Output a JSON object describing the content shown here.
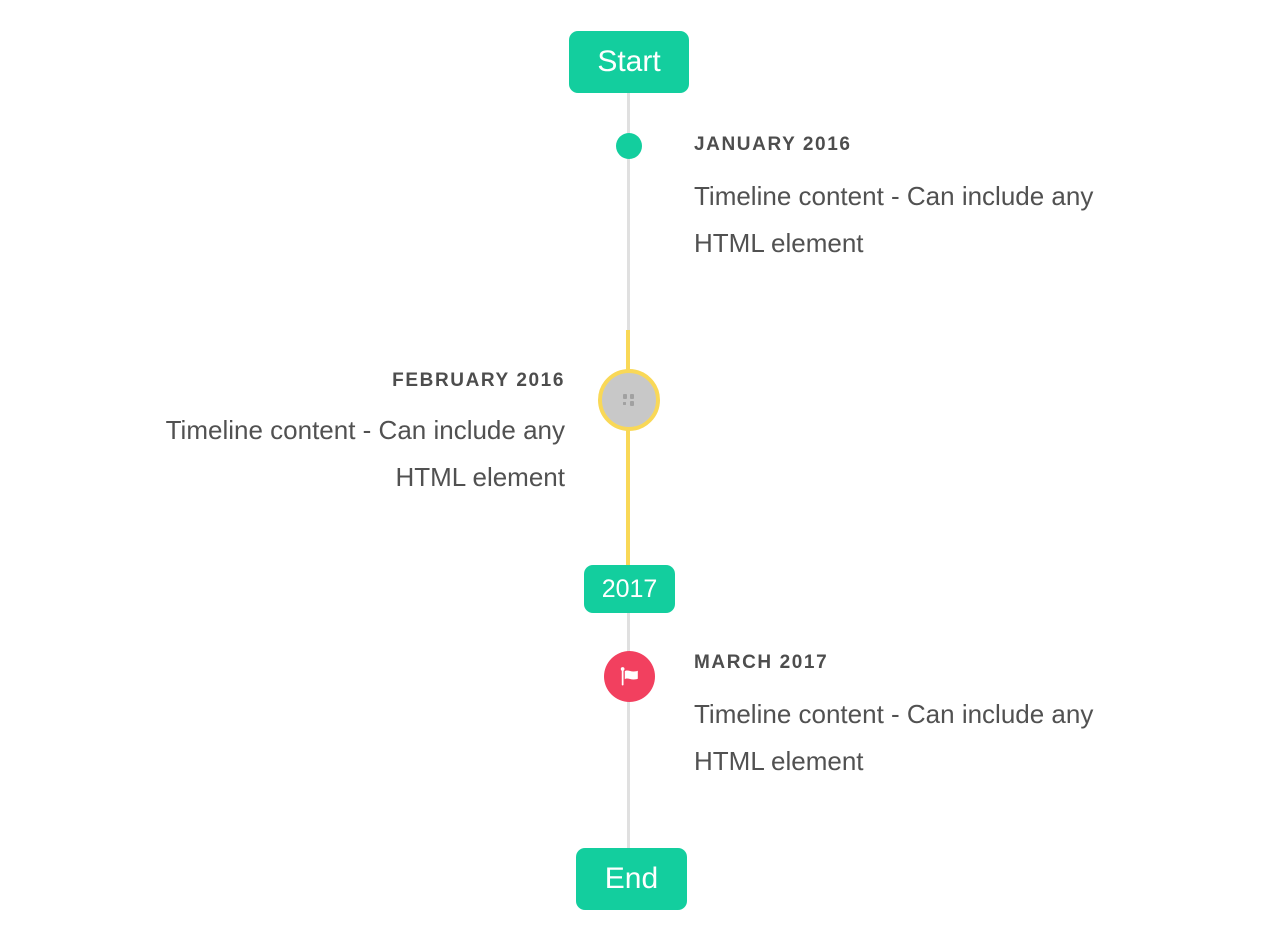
{
  "colors": {
    "accent_teal": "#13ce9e",
    "accent_red": "#f2405f",
    "accent_yellow": "#f9d857",
    "line_gray": "#e0e0e0",
    "circle_gray": "#c8c8c8",
    "glyph_gray": "#9b9b9b",
    "title_text": "#4d4d4d",
    "content_text": "#515151",
    "button_text": "#ffffff",
    "background": "#ffffff"
  },
  "timeline": {
    "start_label": "Start",
    "end_label": "End",
    "year_badge": "2017",
    "items": [
      {
        "title": "JANUARY 2016",
        "side": "right",
        "marker": "dot-icon",
        "content_lines": [
          "Timeline content - Can include any",
          "HTML element"
        ]
      },
      {
        "title": "FEBRUARY 2016",
        "side": "left",
        "marker": "image-placeholder-icon",
        "content_lines": [
          "Timeline content - Can include any",
          "HTML element"
        ]
      },
      {
        "title": "MARCH 2017",
        "side": "right",
        "marker": "flag-icon",
        "content_lines": [
          "Timeline content - Can include any",
          "HTML element"
        ]
      }
    ]
  }
}
